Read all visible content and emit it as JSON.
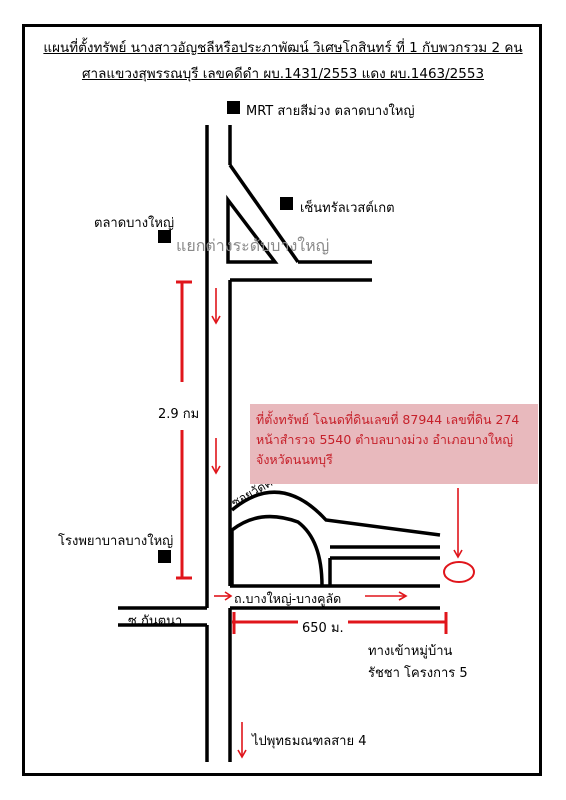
{
  "title": {
    "line1": "แผนที่ตั้งทรัพย์ นางสาวอัญชลีหรือประภาพัฒน์ วิเศษโกสินทร์  ที่ 1 กับพวกรวม 2 คน",
    "line2": "ศาลแขวงสุพรรณบุรี  เลขคดีดำ ผบ.1431/2553 แดง ผบ.1463/2553"
  },
  "landmarks": {
    "mrt": "MRT สายสีม่วง ตลาดบางใหญ่",
    "central": "เซ็นทรัลเวสต์เกต",
    "market": "ตลาดบางใหญ่",
    "interchange": "แยกต่างระดับบางใหญ่",
    "hospital": "โรงพยาบาลบางใหญ่"
  },
  "distances": {
    "main_road": "2.9 กม",
    "side_road": "650 ม."
  },
  "roads": {
    "soi": "ซอยวัดคงคา",
    "bangyai_bangkulat": "ถ.บางใหญ่-บางคูลัด",
    "kannayao": "ซ.กันตนา",
    "to_phutthamonthon": "ไปพุทธมณฑลสาย 4"
  },
  "village": {
    "line1": "ทางเข้าหมู่บ้าน",
    "line2": "รัชชา โครงการ 5"
  },
  "property": {
    "line1": "ที่ตั้งทรัพย์ โฉนดที่ดินเลขที่ 87944 เลขที่ดิน 274",
    "line2": "หน้าสำรวจ 5540 ตำบลบางม่วง อำเภอบางใหญ่",
    "line3": "จังหวัดนนทบุรี"
  },
  "colors": {
    "marker": "#e0151b",
    "callout_bg": "#e8b9bd",
    "callout_text": "#c6202a"
  }
}
